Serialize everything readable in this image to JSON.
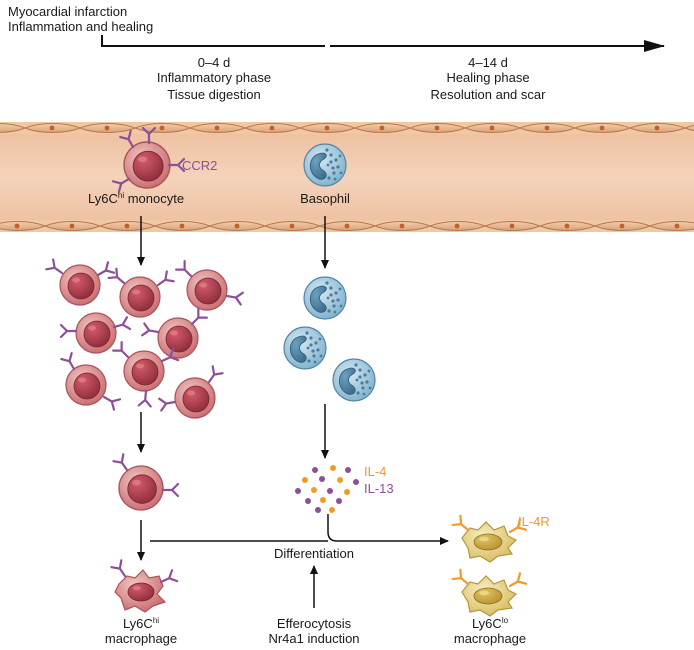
{
  "header": {
    "line1": "Myocardial infarction",
    "line2": "Inflammation and healing"
  },
  "timeline": {
    "phase1": {
      "range": "0–4 d",
      "name": "Inflammatory phase",
      "desc": "Tissue digestion"
    },
    "phase2": {
      "range": "4–14 d",
      "name": "Healing phase",
      "desc": "Resolution and scar"
    }
  },
  "vessel": {
    "monocyte": {
      "label_main": "Ly6C",
      "label_sup": "hi",
      "label_rest": " monocyte"
    },
    "receptor": "CCR2",
    "basophil": "Basophil"
  },
  "cytokines": {
    "il4": "IL-4",
    "il13": "IL-13"
  },
  "process": {
    "differentiation": "Differentiation",
    "efferocytosis": "Efferocytosis",
    "nr4a1": "Nr4a1 induction"
  },
  "macrophages": {
    "hi": {
      "label_main": "Ly6C",
      "label_sup": "hi",
      "line2": "macrophage"
    },
    "lo": {
      "label_main": "Ly6C",
      "label_sup": "lo",
      "line2": "macrophage",
      "receptor": "IL-4R"
    }
  },
  "colors": {
    "monocyte": "#c96a6e",
    "monocyte_nucleus": "#a43a48",
    "receptor": "#8c4f9a",
    "basophil": "#7fb0cc",
    "il4": "#f09a2a",
    "il13": "#8c4f9a",
    "macrophage_lo": "#e8cf7a",
    "vessel": "#e8b898"
  }
}
